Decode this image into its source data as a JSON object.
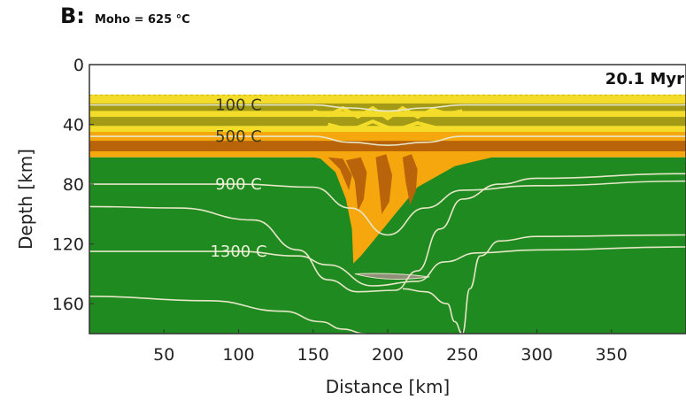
{
  "header": {
    "panel_letter": "B:",
    "subtitle": "Moho = 625 °C"
  },
  "colors": {
    "mantle": "#1f8a1f",
    "upper_crust_light": "#f3dd2a",
    "upper_crust_dark": "#a39a16",
    "lower_crust_orange": "#f6a70e",
    "lower_crust_brown": "#b9630a",
    "isotherm": "#e6e6c8",
    "frame": "#333333"
  },
  "chart_data": {
    "type": "heatmap",
    "title": "20.1 Myr",
    "xlabel": "Distance [km]",
    "ylabel": "Depth [km]",
    "xlim": [
      0,
      400
    ],
    "ylim": [
      0,
      180
    ],
    "y_inverted": true,
    "x_ticks": [
      50,
      100,
      150,
      200,
      250,
      300,
      350
    ],
    "y_ticks": [
      0,
      40,
      80,
      120,
      160
    ],
    "grid": false,
    "layers": [
      {
        "name": "upper crust",
        "top_depth": 20,
        "bottom_depth": 45,
        "color": "#f3dd2a"
      },
      {
        "name": "lower crust",
        "top_depth": 45,
        "bottom_depth": 62,
        "color": "#f6a70e"
      },
      {
        "name": "mantle",
        "top_depth": 62,
        "bottom_depth": 180,
        "color": "#1f8a1f"
      }
    ],
    "drip": {
      "x": [
        175,
        230
      ],
      "max_depth": 133
    },
    "isotherms": [
      {
        "label": "100 C",
        "label_x": 100,
        "label_depth": 27,
        "x": [
          0,
          150,
          175,
          200,
          225,
          250,
          400
        ],
        "depth": [
          27,
          27,
          29,
          31,
          29,
          27,
          27
        ]
      },
      {
        "label": "500 C",
        "label_x": 100,
        "label_depth": 48,
        "x": [
          0,
          150,
          175,
          200,
          225,
          250,
          400
        ],
        "depth": [
          48,
          48,
          52,
          54,
          52,
          48,
          48
        ]
      },
      {
        "label": "900 C",
        "label_x": 100,
        "label_depth": 80,
        "x": [
          0,
          100,
          150,
          175,
          200,
          225,
          250,
          300,
          400
        ],
        "depth": [
          80,
          80,
          82,
          96,
          114,
          96,
          84,
          81,
          78
        ]
      },
      {
        "label": "1300 C",
        "label_x": 100,
        "label_depth": 125,
        "x": [
          0,
          100,
          140,
          160,
          190,
          220,
          238,
          260,
          300,
          400
        ],
        "depth": [
          125,
          125,
          128,
          134,
          148,
          145,
          132,
          126,
          124,
          122
        ]
      },
      {
        "label": "",
        "label_x": 0,
        "label_depth": 0,
        "x": [
          0,
          60,
          110,
          140,
          160,
          180,
          205,
          220,
          235,
          250,
          275,
          300,
          400
        ],
        "depth": [
          95,
          96,
          104,
          124,
          144,
          152,
          151,
          138,
          110,
          90,
          80,
          76,
          73
        ]
      },
      {
        "label": "",
        "label_x": 0,
        "label_depth": 0,
        "x": [
          0,
          80,
          130,
          155,
          170,
          185
        ],
        "depth": [
          155,
          158,
          165,
          172,
          177,
          180
        ]
      },
      {
        "label": "",
        "label_x": 0,
        "label_depth": 0,
        "x": [
          250,
          255,
          262,
          275,
          300,
          400
        ],
        "depth": [
          180,
          150,
          128,
          118,
          115,
          114
        ]
      },
      {
        "label": "",
        "label_x": 0,
        "label_depth": 0,
        "x": [
          210,
          225,
          240,
          245,
          250
        ],
        "depth": [
          150,
          152,
          160,
          172,
          180
        ]
      }
    ]
  }
}
